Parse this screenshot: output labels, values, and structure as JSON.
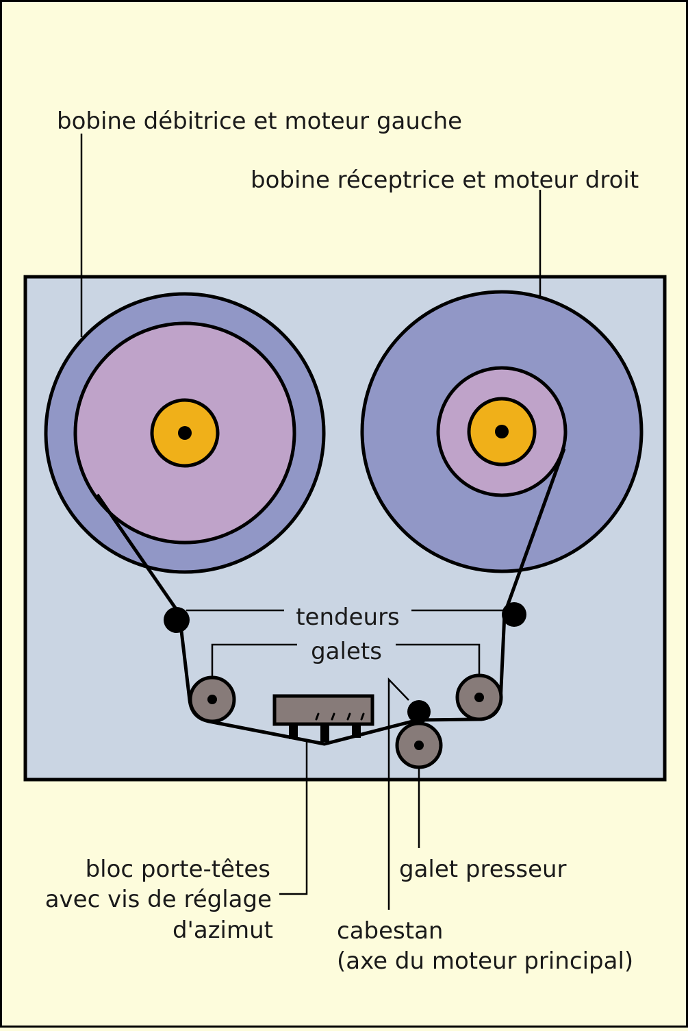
{
  "labels": {
    "left_reel": "bobine débitrice et moteur gauche",
    "right_reel": "bobine réceptrice et moteur droit",
    "tensioners": "tendeurs",
    "rollers": "galets",
    "head_block_line1": "bloc porte-têtes",
    "head_block_line2": "avec vis de réglage",
    "head_block_line3": "d'azimut",
    "pinch_roller": "galet presseur",
    "capstan_line1": "cabestan",
    "capstan_line2": "(axe du moteur principal)"
  },
  "colors": {
    "background": "#fdfcdc",
    "deck": "#cad5e3",
    "reel_outer": "#9197c6",
    "tape_pack": "#bfa3c9",
    "hub": "#f0b019",
    "roller": "#877b79",
    "ink": "#000000"
  }
}
